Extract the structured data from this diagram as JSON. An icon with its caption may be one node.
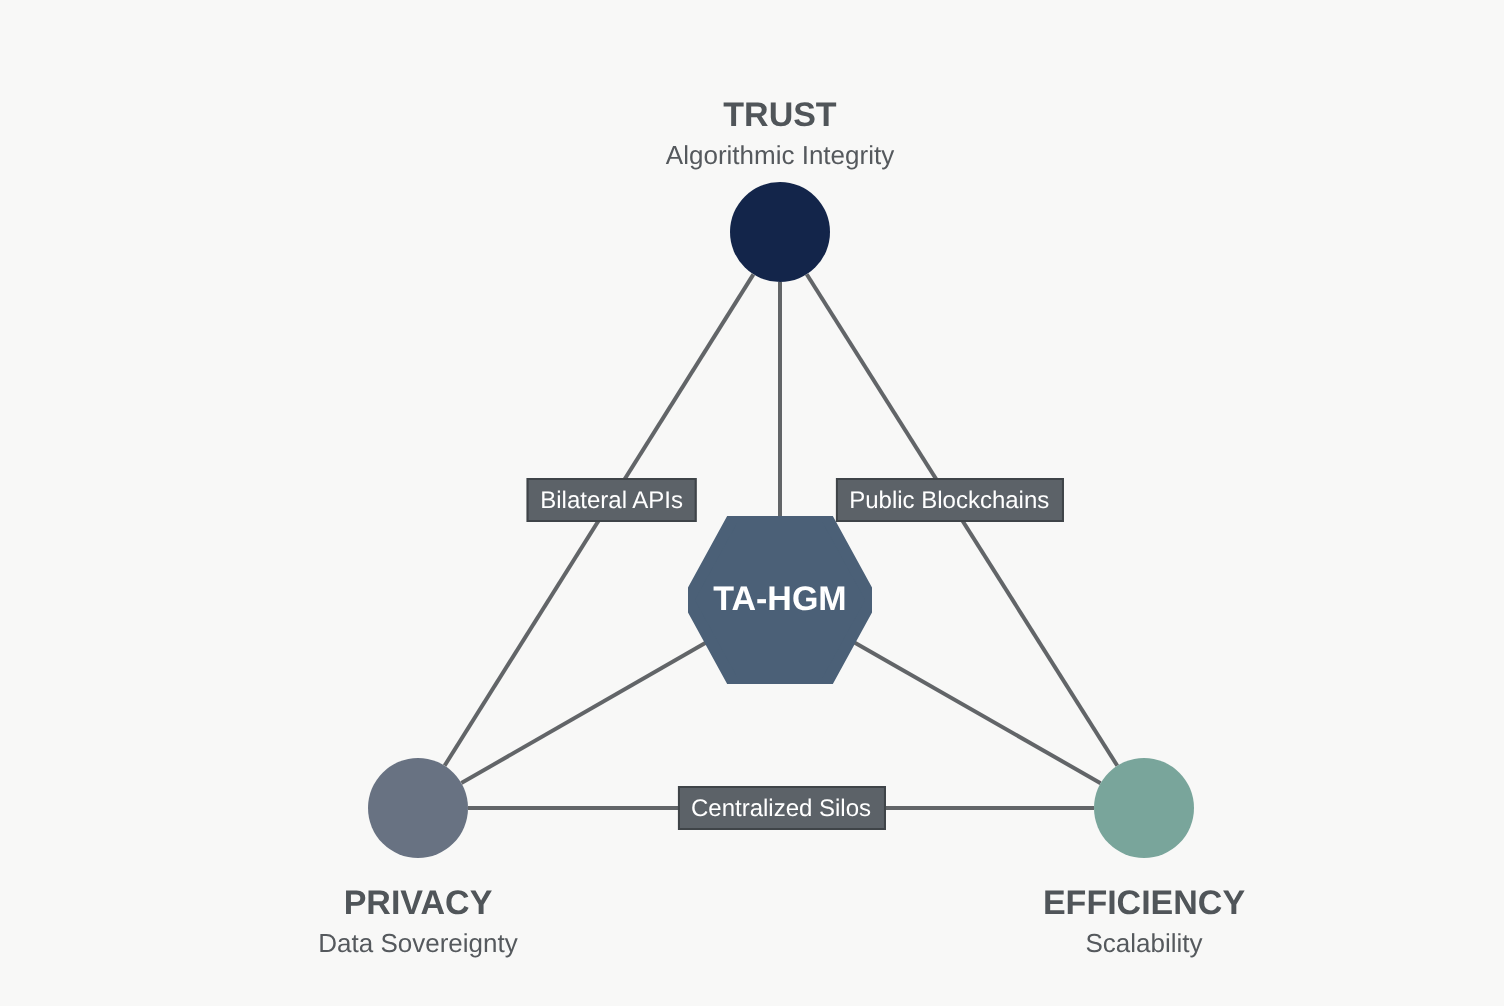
{
  "diagram": {
    "nodes": [
      {
        "text": [
          "TRUST",
          "Algorithmic Integrity"
        ]
      },
      {
        "text": [
          "PRIVACY",
          "Data Sovereignty"
        ]
      },
      {
        "text": [
          "EFFICIENCY",
          "Scalability"
        ]
      },
      {
        "text": [
          "TA-HGM"
        ]
      }
    ],
    "edges": [
      {
        "from": 0,
        "to": 1,
        "arrow": "none",
        "label": "Bilateral APIs"
      },
      {
        "from": 0,
        "to": 2,
        "arrow": "none",
        "label": "Public Blockchains"
      },
      {
        "from": 1,
        "to": 2,
        "arrow": "none",
        "label": "Centralized Silos"
      },
      {
        "from": 0,
        "to": 3,
        "arrow": "none"
      },
      {
        "from": 1,
        "to": 3,
        "arrow": "none"
      },
      {
        "from": 2,
        "to": 3,
        "arrow": "none"
      }
    ]
  }
}
